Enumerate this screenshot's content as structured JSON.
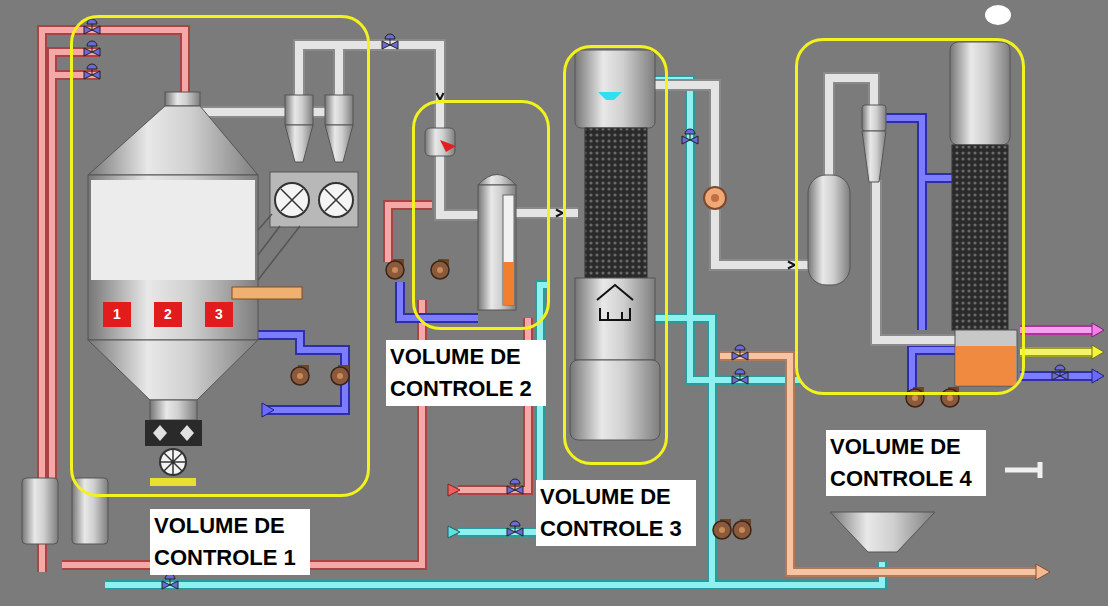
{
  "diagram": {
    "nodes": [
      {
        "text": [
          "VOLUME DE CONTROLE 1"
        ]
      },
      {
        "text": [
          "VOLUME DE CONTROLE 2"
        ]
      },
      {
        "text": [
          "VOLUME DE CONTROLE 3"
        ]
      },
      {
        "text": [
          "VOLUME DE CONTROLE 4"
        ]
      }
    ],
    "edges": [
      {
        "from": 0,
        "to": 1,
        "arrow": "to"
      },
      {
        "from": 1,
        "to": 2,
        "arrow": "to"
      },
      {
        "from": 2,
        "to": 3,
        "arrow": "to"
      }
    ],
    "labels": [
      "1",
      "2",
      "3"
    ]
  }
}
